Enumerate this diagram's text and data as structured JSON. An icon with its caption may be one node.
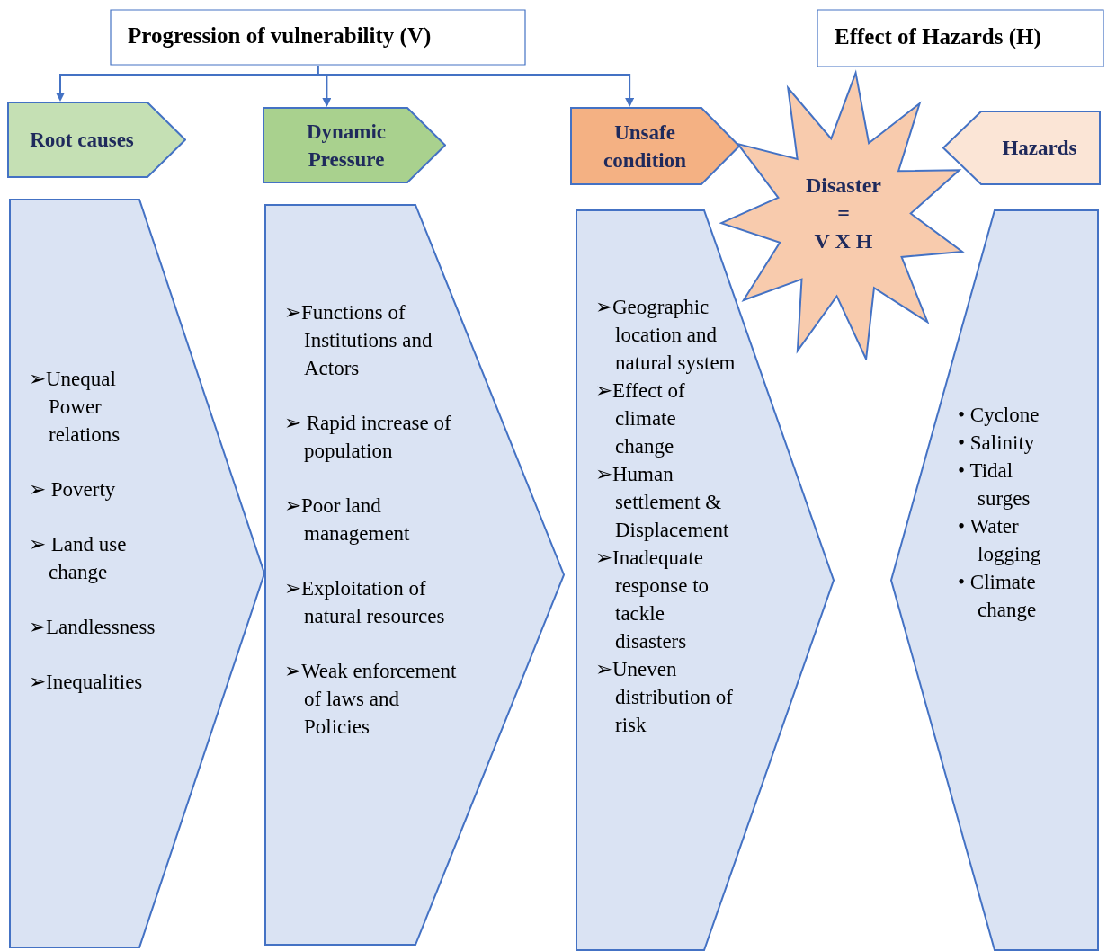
{
  "diagram": {
    "nodes": [
      {
        "text": [
          "Progression of vulnerability (V)"
        ]
      },
      {
        "text": [
          "Root causes"
        ]
      },
      {
        "text": [
          "Dynamic Pressure"
        ]
      },
      {
        "text": [
          "Unsafe condition"
        ]
      },
      {
        "text": [
          "Effect of Hazards (H)"
        ]
      },
      {
        "text": [
          "Disaster",
          "=",
          "V X H"
        ]
      },
      {
        "text": [
          "Hazards"
        ]
      },
      {
        "text": [
          "➢Unequal Power relations",
          "➢ Poverty",
          "➢ Land use change",
          "➢Landlessness",
          "➢Inequalities"
        ]
      },
      {
        "text": [
          "➢Functions of Institutions and Actors",
          "➢ Rapid increase of population",
          "➢Poor land management",
          "➢Exploitation of natural resources",
          "➢Weak enforcement of laws and Policies"
        ]
      },
      {
        "text": [
          "➢Geographic location and natural system",
          "➢Effect of climate change",
          "➢Human settlement & Displacement",
          "➢Inadequate response to tackle disasters",
          "➢Uneven distribution of risk"
        ]
      },
      {
        "text": [
          "• Cyclone",
          "• Salinity",
          "• Tidal surges",
          "• Water logging",
          "• Climate change"
        ]
      }
    ],
    "edges": [
      {
        "from": 0,
        "to": 1,
        "arrow": "to"
      },
      {
        "from": 0,
        "to": 2,
        "arrow": "to"
      },
      {
        "from": 0,
        "to": 3,
        "arrow": "to"
      }
    ]
  }
}
